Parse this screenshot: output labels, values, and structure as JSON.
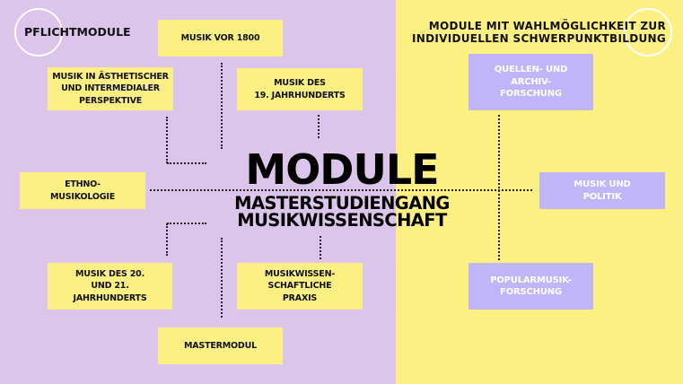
{
  "sections": {
    "mandatory_label": "PFLICHTMODULE",
    "elective_label_line1": "MODULE MIT WAHLMÖGLICHKEIT ZUR",
    "elective_label_line2": "INDIVIDUELLEN SCHWERPUNKTBILDUNG"
  },
  "center": {
    "title": "MODULE",
    "subtitle_line1": "MASTERSTUDIENGANG",
    "subtitle_line2": "MUSIKWISSENSCHAFT"
  },
  "mandatory_modules": [
    "MUSIK VOR 1800",
    "MUSIK IN ÄSTHETISCHER\nUND INTERMEDIALER\nPERSPEKTIVE",
    "MUSIK DES\n19. JAHRHUNDERTS",
    "ETHNO-\nMUSIKOLOGIE",
    "MUSIK DES 20.\nUND 21.\nJAHRHUNDERTS",
    "MUSIKWISSEN-\nSCHAFTLICHE\nPRAXIS",
    "MASTERMODUL"
  ],
  "elective_modules": [
    "QUELLEN- UND\nARCHIV-\nFORSCHUNG",
    "MUSIK UND\nPOLITIK",
    "POPULARMUSIK-\nFORSCHUNG"
  ],
  "colors": {
    "mandatory_bg": "#dcc5ea",
    "elective_bg": "#fdf083",
    "mandatory_box": "#fdf083",
    "elective_box": "#c0b5f8"
  }
}
